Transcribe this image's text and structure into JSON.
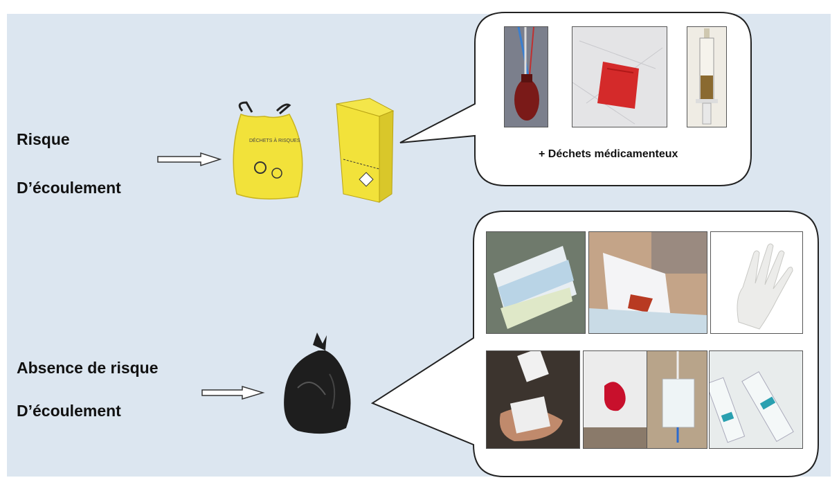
{
  "top_section": {
    "label_line1": "Risque",
    "label_line2": "D’écoulement",
    "caption": "+ Déchets médicamenteux",
    "containers": [
      "yellow-biohazard-bag-icon",
      "yellow-sharps-box-icon"
    ],
    "examples": [
      "drainage-bottle-photo",
      "blood-soaked-compress-photo",
      "filled-syringe-photo"
    ]
  },
  "bottom_section": {
    "label_line1": "Absence de risque",
    "label_line2": "D’écoulement",
    "containers": [
      "black-garbage-bag-icon"
    ],
    "examples": [
      "diaper-pads-photo",
      "wound-dressing-photo",
      "latex-glove-photo",
      "compress-pouring-photo",
      "stained-gauze-photo",
      "urine-bag-photo",
      "ampoules-photo"
    ]
  },
  "colors": {
    "background": "#dce6f0",
    "bubble_fill": "#ffffff",
    "bubble_stroke": "#222222",
    "yellow_waste": "#f2e23a",
    "black_waste": "#1e1e1e"
  }
}
